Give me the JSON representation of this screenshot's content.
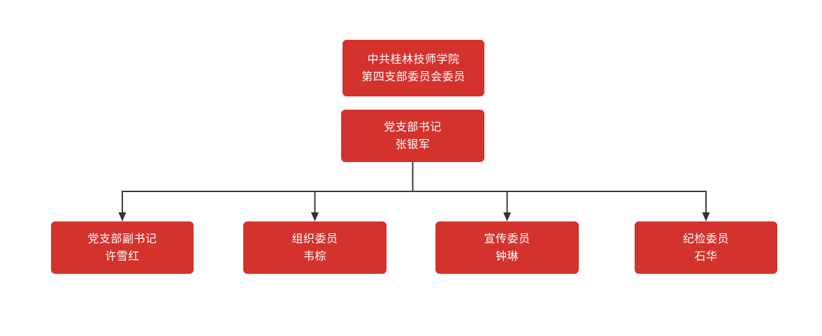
{
  "colors": {
    "node_background": "#d3322d",
    "node_text": "#ffffff",
    "connector_line": "#3d3d3d",
    "arrowhead": "#333333",
    "canvas_background": "#ffffff"
  },
  "org_chart": {
    "root": {
      "line1": "中共桂林技师学院",
      "line2": "第四支部委员会委员"
    },
    "secretary": {
      "role": "党支部书记",
      "name": "张银军"
    },
    "members": [
      {
        "role": "党支部副书记",
        "name": "许雪红"
      },
      {
        "role": "组织委员",
        "name": "韦棕"
      },
      {
        "role": "宣传委员",
        "name": "钟琳"
      },
      {
        "role": "纪检委员",
        "name": "石华"
      }
    ]
  }
}
